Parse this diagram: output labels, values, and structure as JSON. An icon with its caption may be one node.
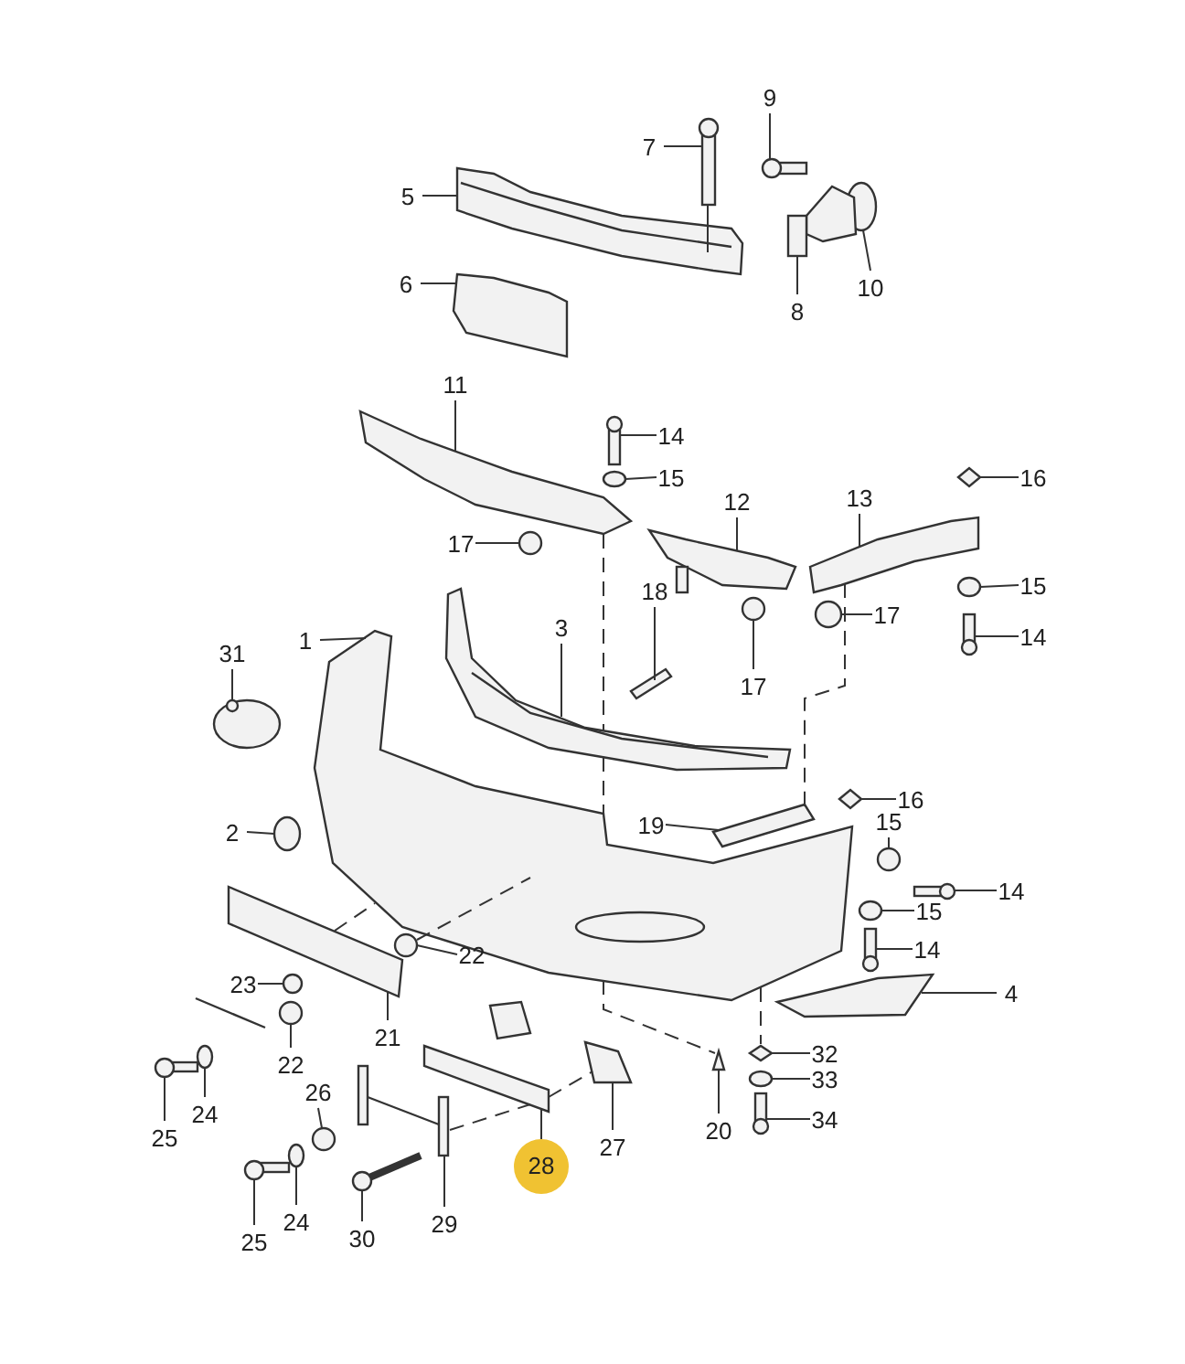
{
  "diagram": {
    "nodes": [
      {
        "text": [
          "9"
        ]
      },
      {
        "text": [
          "7"
        ]
      },
      {
        "text": [
          "5"
        ]
      },
      {
        "text": [
          "6"
        ]
      },
      {
        "text": [
          "10"
        ]
      },
      {
        "text": [
          "8"
        ]
      },
      {
        "text": [
          "11"
        ]
      },
      {
        "text": [
          "14"
        ]
      },
      {
        "text": [
          "15"
        ]
      },
      {
        "text": [
          "16"
        ]
      },
      {
        "text": [
          "12"
        ]
      },
      {
        "text": [
          "13"
        ]
      },
      {
        "text": [
          "17"
        ]
      },
      {
        "text": [
          "15"
        ]
      },
      {
        "text": [
          "17"
        ]
      },
      {
        "text": [
          "3"
        ]
      },
      {
        "text": [
          "18"
        ]
      },
      {
        "text": [
          "14"
        ]
      },
      {
        "text": [
          "1"
        ]
      },
      {
        "text": [
          "31"
        ]
      },
      {
        "text": [
          "17"
        ]
      },
      {
        "text": [
          "16"
        ]
      },
      {
        "text": [
          "19"
        ]
      },
      {
        "text": [
          "15"
        ]
      },
      {
        "text": [
          "2"
        ]
      },
      {
        "text": [
          "14"
        ]
      },
      {
        "text": [
          "15"
        ]
      },
      {
        "text": [
          "22"
        ]
      },
      {
        "text": [
          "14"
        ]
      },
      {
        "text": [
          "23"
        ]
      },
      {
        "text": [
          "4"
        ]
      },
      {
        "text": [
          "21"
        ]
      },
      {
        "text": [
          "32"
        ]
      },
      {
        "text": [
          "22"
        ]
      },
      {
        "text": [
          "33"
        ]
      },
      {
        "text": [
          "26"
        ]
      },
      {
        "text": [
          "24"
        ]
      },
      {
        "text": [
          "34"
        ]
      },
      {
        "text": [
          "20"
        ]
      },
      {
        "text": [
          "25"
        ]
      },
      {
        "text": [
          "27"
        ]
      },
      {
        "text": [
          "28"
        ]
      },
      {
        "text": [
          "24"
        ]
      },
      {
        "text": [
          "29"
        ]
      },
      {
        "text": [
          "30"
        ]
      },
      {
        "text": [
          "25"
        ]
      },
      {
        "text": [],
        "shape": "picture"
      },
      {
        "text": [],
        "shape": "picture"
      },
      {
        "text": [],
        "shape": "picture"
      },
      {
        "text": [],
        "shape": "picture"
      },
      {
        "text": [],
        "shape": "circle"
      },
      {
        "text": [],
        "shape": "picture"
      },
      {
        "text": [],
        "shape": "picture"
      },
      {
        "text": [],
        "shape": "picture"
      },
      {
        "text": [],
        "shape": "circle"
      },
      {
        "text": [],
        "shape": "picture"
      },
      {
        "text": [],
        "shape": "picture"
      },
      {
        "text": [],
        "shape": "picture"
      },
      {
        "text": [],
        "shape": "circle"
      },
      {
        "text": [],
        "shape": "circle"
      },
      {
        "text": [],
        "shape": "picture"
      },
      {
        "text": [],
        "shape": "picture"
      },
      {
        "text": [],
        "shape": "picture"
      },
      {
        "text": [],
        "shape": "picture"
      },
      {
        "text": [],
        "shape": "picture"
      },
      {
        "text": [],
        "shape": "picture"
      },
      {
        "text": [],
        "shape": "picture"
      },
      {
        "text": [],
        "shape": "picture"
      },
      {
        "text": [],
        "shape": "picture"
      },
      {
        "text": [],
        "shape": "circle"
      },
      {
        "text": [],
        "shape": "circle"
      },
      {
        "text": [],
        "shape": "picture"
      },
      {
        "text": [],
        "shape": "picture"
      },
      {
        "text": [],
        "shape": "circle"
      },
      {
        "text": [],
        "shape": "picture"
      },
      {
        "text": [],
        "shape": "circle"
      },
      {
        "text": [],
        "shape": "picture"
      },
      {
        "text": [],
        "shape": "picture"
      },
      {
        "text": [],
        "shape": "picture"
      },
      {
        "text": [],
        "shape": "picture"
      },
      {
        "text": [],
        "shape": "picture"
      },
      {
        "text": [],
        "shape": "circle"
      },
      {
        "text": [],
        "shape": "picture"
      },
      {
        "text": [],
        "shape": "picture"
      },
      {
        "text": [],
        "shape": "picture"
      },
      {
        "text": [],
        "shape": "picture"
      },
      {
        "text": [],
        "shape": "picture"
      },
      {
        "text": [],
        "shape": "picture"
      },
      {
        "text": [],
        "shape": "picture"
      },
      {
        "text": [],
        "shape": "picture"
      },
      {
        "text": [],
        "shape": "picture"
      },
      {
        "text": [],
        "shape": "picture"
      }
    ],
    "edges": [
      {
        "from": 0,
        "to": 46,
        "arrow": "none"
      },
      {
        "from": 1,
        "to": 47,
        "arrow": "none"
      },
      {
        "from": 2,
        "to": 48,
        "arrow": "none"
      },
      {
        "from": 3,
        "to": 49,
        "arrow": "none"
      },
      {
        "from": 4,
        "to": 50,
        "arrow": "none"
      },
      {
        "from": 5,
        "to": 51,
        "arrow": "none"
      },
      {
        "from": 6,
        "to": 52,
        "arrow": "none"
      },
      {
        "from": 7,
        "to": 53,
        "arrow": "none"
      },
      {
        "from": 8,
        "to": 54,
        "arrow": "none"
      },
      {
        "from": 9,
        "to": 55,
        "arrow": "none"
      },
      {
        "from": 10,
        "to": 56,
        "arrow": "none"
      },
      {
        "from": 11,
        "to": 57,
        "arrow": "none"
      },
      {
        "from": 12,
        "to": 58,
        "arrow": "none"
      },
      {
        "from": 13,
        "to": 59,
        "arrow": "none"
      },
      {
        "from": 14,
        "to": 60,
        "arrow": "none"
      },
      {
        "from": 15,
        "to": 61,
        "arrow": "none"
      },
      {
        "from": 16,
        "to": 62,
        "arrow": "none"
      },
      {
        "from": 17,
        "to": 63,
        "arrow": "none"
      },
      {
        "from": 18,
        "to": 64,
        "arrow": "none"
      },
      {
        "from": 19,
        "to": 65,
        "arrow": "none"
      },
      {
        "from": 20,
        "to": 66,
        "arrow": "none"
      },
      {
        "from": 21,
        "to": 67,
        "arrow": "none"
      },
      {
        "from": 22,
        "to": 68,
        "arrow": "none"
      },
      {
        "from": 23,
        "to": 69,
        "arrow": "none"
      },
      {
        "from": 24,
        "to": 70,
        "arrow": "none"
      },
      {
        "from": 25,
        "to": 71,
        "arrow": "none"
      },
      {
        "from": 26,
        "to": 72,
        "arrow": "none"
      },
      {
        "from": 27,
        "to": 73,
        "arrow": "none"
      },
      {
        "from": 28,
        "to": 74,
        "arrow": "none"
      },
      {
        "from": 29,
        "to": 75,
        "arrow": "none"
      },
      {
        "from": 30,
        "to": 76,
        "arrow": "none"
      },
      {
        "from": 31,
        "to": 77,
        "arrow": "none"
      },
      {
        "from": 32,
        "to": 78,
        "arrow": "none"
      },
      {
        "from": 33,
        "to": 79,
        "arrow": "none"
      },
      {
        "from": 34,
        "to": 80,
        "arrow": "none"
      },
      {
        "from": 35,
        "to": 81,
        "arrow": "none"
      },
      {
        "from": 36,
        "to": 82,
        "arrow": "none"
      },
      {
        "from": 37,
        "to": 83,
        "arrow": "none"
      },
      {
        "from": 38,
        "to": 84,
        "arrow": "none"
      },
      {
        "from": 39,
        "to": 85,
        "arrow": "none"
      },
      {
        "from": 40,
        "to": 86,
        "arrow": "none"
      },
      {
        "from": 41,
        "to": 87,
        "arrow": "none"
      },
      {
        "from": 42,
        "to": 88,
        "arrow": "none"
      },
      {
        "from": 43,
        "to": 89,
        "arrow": "none"
      },
      {
        "from": 44,
        "to": 90,
        "arrow": "none"
      },
      {
        "from": 45,
        "to": 91,
        "arrow": "none"
      },
      {
        "from": 47,
        "to": 48,
        "arrow": "none"
      },
      {
        "from": 52,
        "to": 61,
        "arrow": "none",
        "style": "dashed"
      },
      {
        "from": 61,
        "to": 64,
        "arrow": "none",
        "style": "dashed"
      },
      {
        "from": 64,
        "to": 84,
        "arrow": "none",
        "style": "dashed"
      },
      {
        "from": 57,
        "to": 68,
        "arrow": "none",
        "style": "dashed"
      },
      {
        "from": 77,
        "to": 64,
        "arrow": "none",
        "style": "dashed"
      },
      {
        "from": 73,
        "to": 64,
        "arrow": "none",
        "style": "dashed"
      },
      {
        "from": 64,
        "to": 78,
        "arrow": "none",
        "style": "dashed"
      },
      {
        "from": 89,
        "to": 87,
        "arrow": "none",
        "style": "dashed"
      },
      {
        "from": 87,
        "to": 86,
        "arrow": "none",
        "style": "dashed"
      }
    ]
  }
}
